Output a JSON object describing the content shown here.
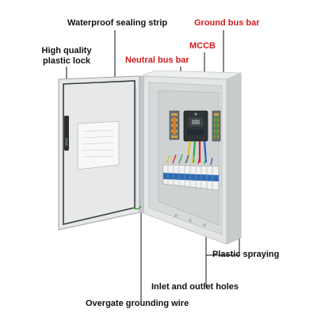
{
  "labels": {
    "waterproof_strip": "Waterproof sealing strip",
    "plastic_lock_line1": "High quality",
    "plastic_lock_line2": "plastic lock",
    "ground_bus_bar": "Ground bus bar",
    "mccb": "MCCB",
    "neutral_bus_bar": "Neutral bus bar",
    "plastic_spraying": "Plastic spraying",
    "inlet_outlet_holes": "Inlet and outlet holes",
    "overgate_grounding_wire": "Overgate grounding wire"
  },
  "colors": {
    "black_label": "#111111",
    "red_label": "#d41b1b",
    "cabinet_body": "#e2e4e5",
    "cabinet_shadow": "#c7cacc",
    "breaker_blue": "#2e6db5",
    "breaker_white": "#f2f2f2"
  },
  "icons": {
    "door_lock": "plastic-lock-icon",
    "breaker": "mccb-icon"
  }
}
